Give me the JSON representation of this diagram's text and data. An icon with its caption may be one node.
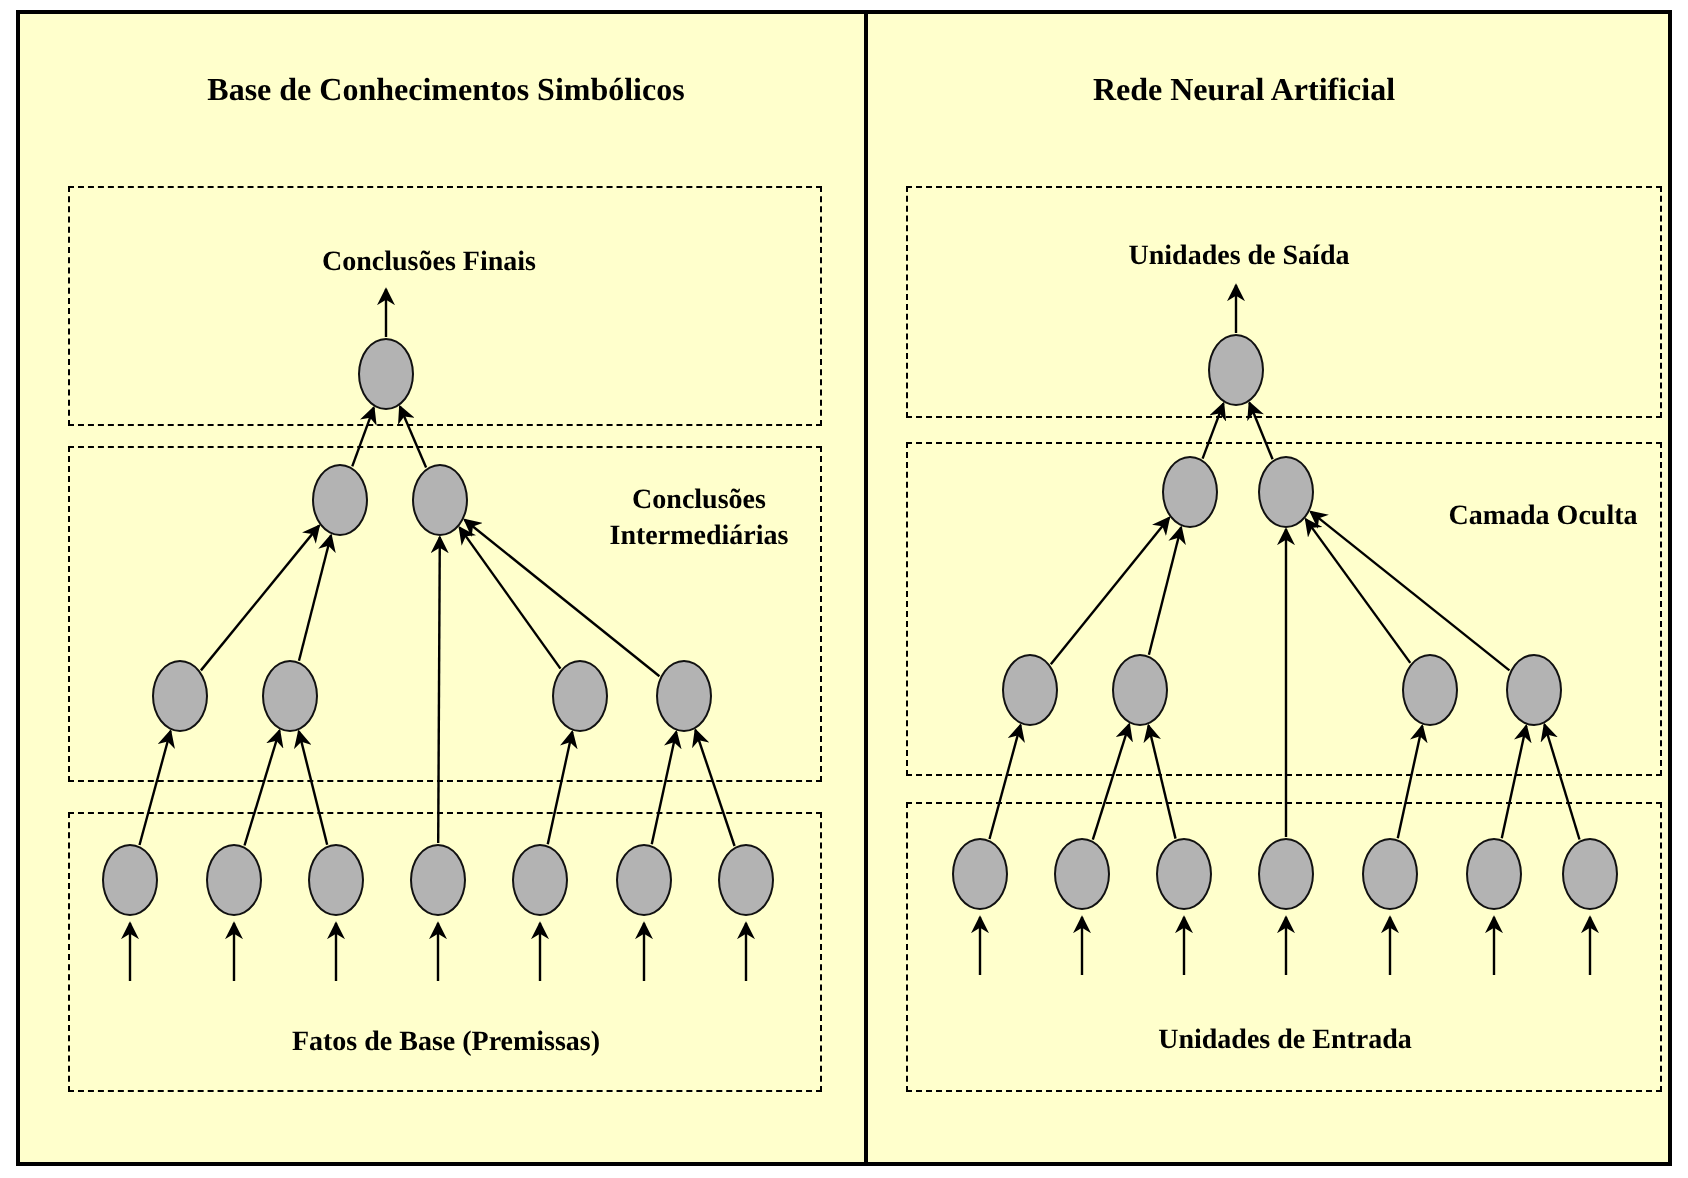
{
  "diagram": {
    "nodes": [
      {
        "text": [
          "Base de Conhecimentos Simbólicos"
        ]
      },
      {
        "text": [
          "Conclusões Finais"
        ],
        "in": 0
      },
      {
        "text": [],
        "shape": "ellipse",
        "in": 1
      },
      {
        "text": [
          "Conclusões Intermediárias"
        ],
        "in": 0
      },
      {
        "text": [],
        "shape": "ellipse",
        "in": 3
      },
      {
        "text": [],
        "shape": "ellipse",
        "in": 3
      },
      {
        "text": [],
        "shape": "ellipse",
        "in": 3
      },
      {
        "text": [],
        "shape": "ellipse",
        "in": 3
      },
      {
        "text": [],
        "shape": "ellipse",
        "in": 3
      },
      {
        "text": [],
        "shape": "ellipse",
        "in": 3
      },
      {
        "text": [
          "Fatos de Base (Premissas)"
        ],
        "in": 0
      },
      {
        "text": [],
        "shape": "ellipse",
        "in": 10
      },
      {
        "text": [],
        "shape": "ellipse",
        "in": 10
      },
      {
        "text": [],
        "shape": "ellipse",
        "in": 10
      },
      {
        "text": [],
        "shape": "ellipse",
        "in": 10
      },
      {
        "text": [],
        "shape": "ellipse",
        "in": 10
      },
      {
        "text": [],
        "shape": "ellipse",
        "in": 10
      },
      {
        "text": [],
        "shape": "ellipse",
        "in": 10
      },
      {
        "text": [
          "Rede Neural Artificial"
        ]
      },
      {
        "text": [
          "Unidades de Saída"
        ],
        "in": 18
      },
      {
        "text": [],
        "shape": "ellipse",
        "in": 19
      },
      {
        "text": [
          "Camada Oculta"
        ],
        "in": 18
      },
      {
        "text": [],
        "shape": "ellipse",
        "in": 21
      },
      {
        "text": [],
        "shape": "ellipse",
        "in": 21
      },
      {
        "text": [],
        "shape": "ellipse",
        "in": 21
      },
      {
        "text": [],
        "shape": "ellipse",
        "in": 21
      },
      {
        "text": [],
        "shape": "ellipse",
        "in": 21
      },
      {
        "text": [],
        "shape": "ellipse",
        "in": 21
      },
      {
        "text": [
          "Unidades de Entrada"
        ],
        "in": 18
      },
      {
        "text": [],
        "shape": "ellipse",
        "in": 28
      },
      {
        "text": [],
        "shape": "ellipse",
        "in": 28
      },
      {
        "text": [],
        "shape": "ellipse",
        "in": 28
      },
      {
        "text": [],
        "shape": "ellipse",
        "in": 28
      },
      {
        "text": [],
        "shape": "ellipse",
        "in": 28
      },
      {
        "text": [],
        "shape": "ellipse",
        "in": 28
      },
      {
        "text": [],
        "shape": "ellipse",
        "in": 28
      }
    ],
    "edges": [
      {
        "from": null,
        "to": 11,
        "arrow": "to"
      },
      {
        "from": null,
        "to": 12,
        "arrow": "to"
      },
      {
        "from": null,
        "to": 13,
        "arrow": "to"
      },
      {
        "from": null,
        "to": 14,
        "arrow": "to"
      },
      {
        "from": null,
        "to": 15,
        "arrow": "to"
      },
      {
        "from": null,
        "to": 16,
        "arrow": "to"
      },
      {
        "from": null,
        "to": 17,
        "arrow": "to"
      },
      {
        "from": 11,
        "to": 6,
        "arrow": "to"
      },
      {
        "from": 12,
        "to": 7,
        "arrow": "to"
      },
      {
        "from": 13,
        "to": 7,
        "arrow": "to"
      },
      {
        "from": 14,
        "to": 5,
        "arrow": "to"
      },
      {
        "from": 15,
        "to": 8,
        "arrow": "to"
      },
      {
        "from": 16,
        "to": 9,
        "arrow": "to"
      },
      {
        "from": 17,
        "to": 9,
        "arrow": "to"
      },
      {
        "from": 6,
        "to": 4,
        "arrow": "to"
      },
      {
        "from": 7,
        "to": 4,
        "arrow": "to"
      },
      {
        "from": 8,
        "to": 5,
        "arrow": "to"
      },
      {
        "from": 9,
        "to": 5,
        "arrow": "to"
      },
      {
        "from": 4,
        "to": 2,
        "arrow": "to"
      },
      {
        "from": 5,
        "to": 2,
        "arrow": "to"
      },
      {
        "from": 2,
        "to": null,
        "arrow": "to"
      },
      {
        "from": null,
        "to": 29,
        "arrow": "to"
      },
      {
        "from": null,
        "to": 30,
        "arrow": "to"
      },
      {
        "from": null,
        "to": 31,
        "arrow": "to"
      },
      {
        "from": null,
        "to": 32,
        "arrow": "to"
      },
      {
        "from": null,
        "to": 33,
        "arrow": "to"
      },
      {
        "from": null,
        "to": 34,
        "arrow": "to"
      },
      {
        "from": null,
        "to": 35,
        "arrow": "to"
      },
      {
        "from": 29,
        "to": 24,
        "arrow": "to"
      },
      {
        "from": 30,
        "to": 25,
        "arrow": "to"
      },
      {
        "from": 31,
        "to": 25,
        "arrow": "to"
      },
      {
        "from": 32,
        "to": 23,
        "arrow": "to"
      },
      {
        "from": 33,
        "to": 26,
        "arrow": "to"
      },
      {
        "from": 34,
        "to": 27,
        "arrow": "to"
      },
      {
        "from": 35,
        "to": 27,
        "arrow": "to"
      },
      {
        "from": 24,
        "to": 22,
        "arrow": "to"
      },
      {
        "from": 25,
        "to": 22,
        "arrow": "to"
      },
      {
        "from": 26,
        "to": 23,
        "arrow": "to"
      },
      {
        "from": 27,
        "to": 23,
        "arrow": "to"
      },
      {
        "from": 22,
        "to": 20,
        "arrow": "to"
      },
      {
        "from": 23,
        "to": 20,
        "arrow": "to"
      },
      {
        "from": 20,
        "to": null,
        "arrow": "to"
      }
    ]
  }
}
